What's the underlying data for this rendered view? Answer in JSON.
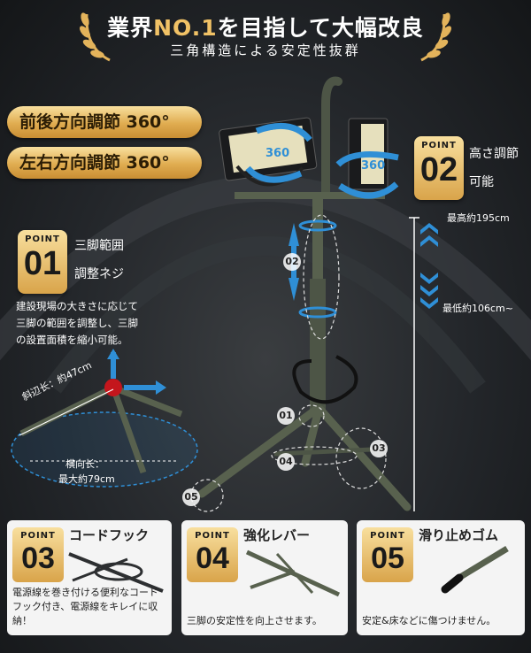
{
  "header": {
    "title_pre": "業界",
    "title_gold": "NO.1",
    "title_post": "を目指して大幅改良",
    "subtitle": "三角構造による安定性抜群"
  },
  "pills": [
    {
      "label": "前後方向調節 360°"
    },
    {
      "label": "左右方向調節 360°"
    }
  ],
  "rotation_label": "360",
  "points": {
    "p01": {
      "word": "POINT",
      "num": "01",
      "label_line1": "三脚範囲",
      "label_line2": "調整ネジ",
      "desc": [
        "建設現場の大きさに応じて",
        "三脚の範囲を調整し、三脚",
        "の設置面積を縮小可能。"
      ]
    },
    "p02": {
      "word": "POINT",
      "num": "02",
      "label_line1": "高さ調節",
      "label_line2": "可能"
    }
  },
  "measurements": {
    "max_height": "最高約195cm",
    "min_height": "最低約106cm~",
    "diagonal": "斜辺长：約47cm",
    "width_line1": "横向长：",
    "width_line2": "最大約79cm"
  },
  "callouts": [
    "01",
    "02",
    "03",
    "04",
    "05"
  ],
  "cards": [
    {
      "word": "POINT",
      "num": "03",
      "title": "コードフック",
      "desc": [
        "電源線を巻き付ける便利なコード",
        "フック付き、電源線をキレイに収納！"
      ]
    },
    {
      "word": "POINT",
      "num": "04",
      "title": "強化レバー",
      "desc": [
        "三脚の安定性を向上させます。"
      ]
    },
    {
      "word": "POINT",
      "num": "05",
      "title": "滑り止めゴム",
      "desc": [
        "安定&床などに傷つけません。"
      ]
    }
  ],
  "colors": {
    "gold": "#f1c266",
    "accent_blue": "#2f8fd6",
    "stand_green": "#58614e"
  }
}
